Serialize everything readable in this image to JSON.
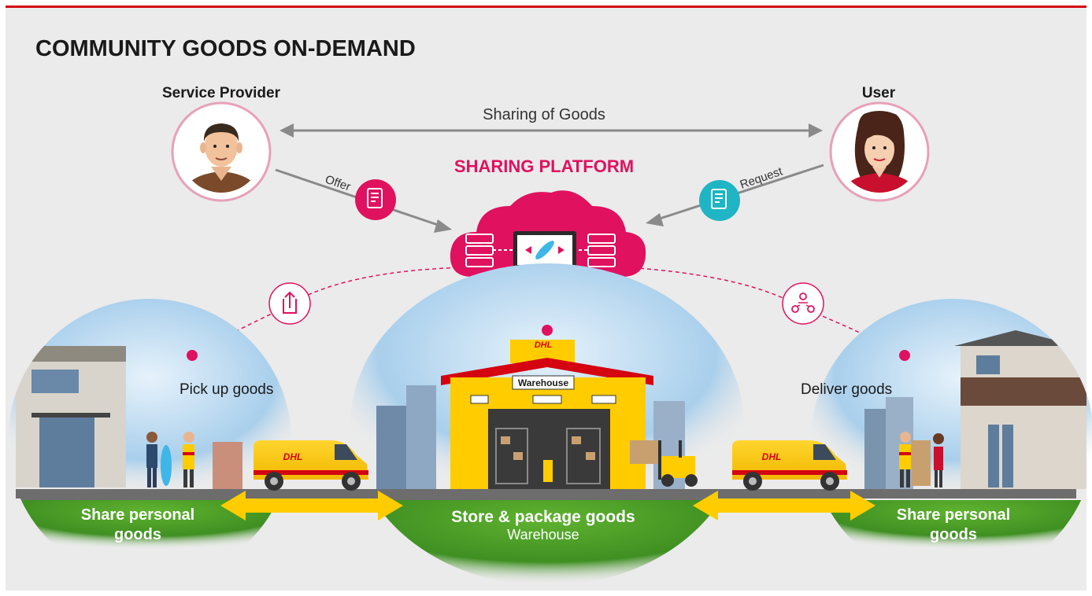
{
  "title": "COMMUNITY GOODS ON-DEMAND",
  "service_provider_label": "Service Provider",
  "user_label": "User",
  "sharing_of_goods": "Sharing of Goods",
  "platform_label": "SHARING PLATFORM",
  "offer_label": "Offer",
  "request_label": "Request",
  "pickup_label": "Pick up goods",
  "deliver_label": "Deliver goods",
  "warehouse_sign": "Warehouse",
  "dhl_logo": "DHL",
  "left_zone": {
    "line1": "Share personal",
    "line2": "goods"
  },
  "center_zone": {
    "line1": "Store & package goods",
    "line2": "Warehouse"
  },
  "right_zone": {
    "line1": "Share personal",
    "line2": "goods"
  },
  "colors": {
    "brand_red": "#d40511",
    "accent_pink": "#e0115f",
    "dhl_yellow": "#ffcc00",
    "grass_green": "#4a9e2a",
    "request_teal": "#1fb5c4",
    "background": "#ebebeb"
  },
  "icons": [
    "offer-document-icon",
    "request-document-icon",
    "share-upload-icon",
    "package-box-icon",
    "community-users-icon"
  ]
}
